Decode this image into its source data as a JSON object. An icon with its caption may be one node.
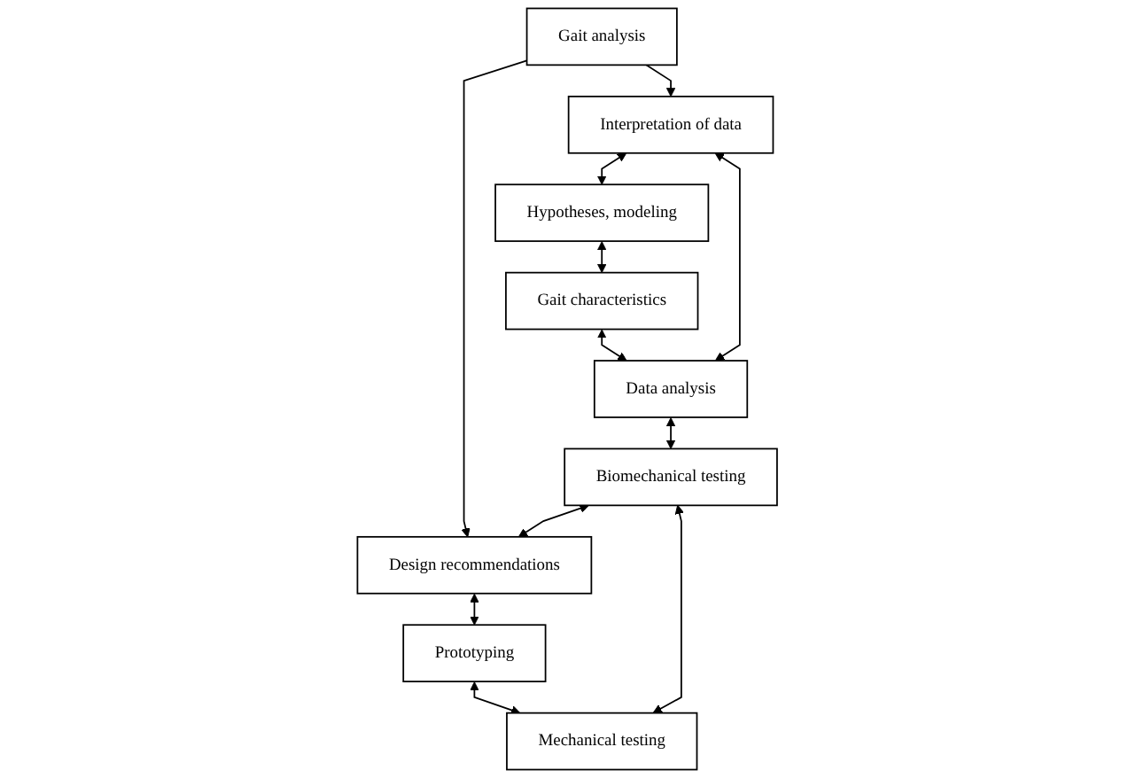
{
  "diagram": {
    "nodes": [
      {
        "text": [
          "Gait analysis"
        ]
      },
      {
        "text": [
          "Interpretation of data"
        ]
      },
      {
        "text": [
          "Hypotheses, modeling"
        ]
      },
      {
        "text": [
          "Gait characteristics"
        ]
      },
      {
        "text": [
          "Data analysis"
        ]
      },
      {
        "text": [
          "Design recommendations"
        ]
      },
      {
        "text": [
          "Prototyping"
        ]
      },
      {
        "text": [
          "Mechanical testing"
        ]
      },
      {
        "text": [
          "Biomechanical testing"
        ]
      }
    ],
    "edges": [
      {
        "from": 0,
        "to": 1,
        "arrow": "to"
      },
      {
        "from": 0,
        "to": 5,
        "arrow": "to"
      },
      {
        "from": 1,
        "to": 2,
        "arrow": "both"
      },
      {
        "from": 2,
        "to": 3,
        "arrow": "both"
      },
      {
        "from": 3,
        "to": 4,
        "arrow": "both"
      },
      {
        "from": 5,
        "to": 6,
        "arrow": "both"
      },
      {
        "from": 6,
        "to": 7,
        "arrow": "both"
      },
      {
        "from": 7,
        "to": 8,
        "arrow": "both"
      },
      {
        "from": 4,
        "to": 8,
        "arrow": "both"
      },
      {
        "from": 4,
        "to": 1,
        "arrow": "both"
      },
      {
        "from": 8,
        "to": 5,
        "arrow": "both"
      }
    ]
  }
}
